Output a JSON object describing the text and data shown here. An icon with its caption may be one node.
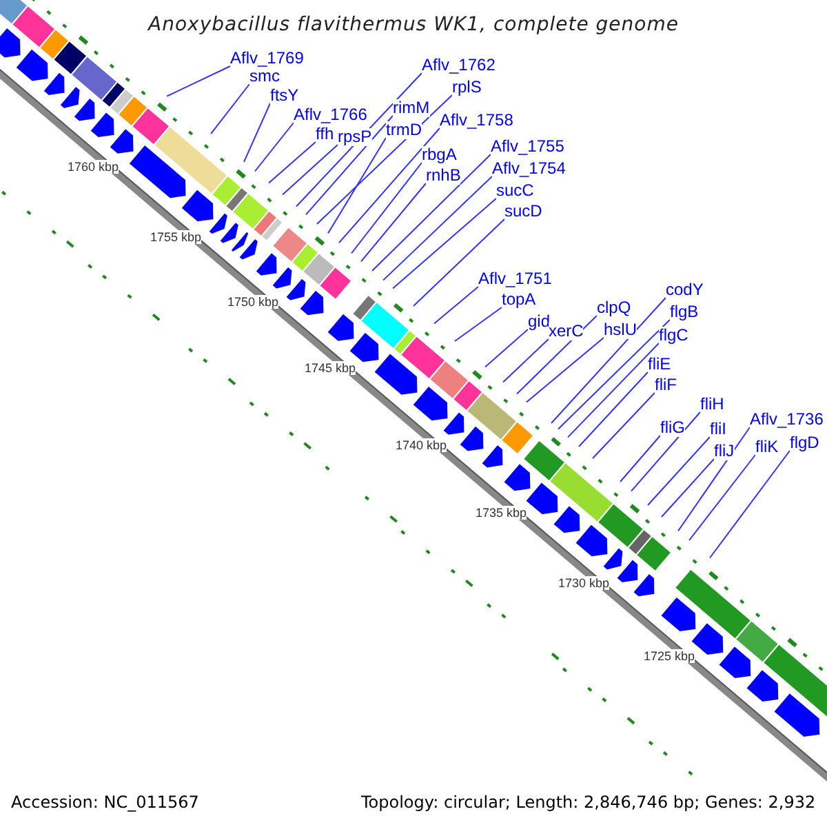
{
  "diagram": {
    "title": "Anoxybacillus flavithermus WK1, complete genome",
    "nodes": [
      {
        "text": [
          "Aflv_1769"
        ]
      },
      {
        "text": [
          "smc"
        ]
      },
      {
        "text": [
          "ftsY"
        ]
      },
      {
        "text": [
          "Aflv_1766"
        ]
      },
      {
        "text": [
          "ffh"
        ]
      },
      {
        "text": [
          "rpsP"
        ]
      },
      {
        "text": [
          "Aflv_1762"
        ]
      },
      {
        "text": [
          "rimM"
        ]
      },
      {
        "text": [
          "rplS"
        ]
      },
      {
        "text": [
          "trmD"
        ]
      },
      {
        "text": [
          "Aflv_1758"
        ]
      },
      {
        "text": [
          "rbgA"
        ]
      },
      {
        "text": [
          "rnhB"
        ]
      },
      {
        "text": [
          "Aflv_1755"
        ]
      },
      {
        "text": [
          "Aflv_1754"
        ]
      },
      {
        "text": [
          "sucC"
        ]
      },
      {
        "text": [
          "sucD"
        ]
      },
      {
        "text": [
          "Aflv_1751"
        ]
      },
      {
        "text": [
          "topA"
        ]
      },
      {
        "text": [
          "gid"
        ]
      },
      {
        "text": [
          "xerC"
        ]
      },
      {
        "text": [
          "clpQ"
        ]
      },
      {
        "text": [
          "hslU"
        ]
      },
      {
        "text": [
          "codY"
        ]
      },
      {
        "text": [
          "flgB"
        ]
      },
      {
        "text": [
          "flgC"
        ]
      },
      {
        "text": [
          "fliE"
        ]
      },
      {
        "text": [
          "fliF"
        ]
      },
      {
        "text": [
          "fliG"
        ]
      },
      {
        "text": [
          "fliH"
        ]
      },
      {
        "text": [
          "fliI"
        ]
      },
      {
        "text": [
          "fliJ"
        ]
      },
      {
        "text": [
          "Aflv_1736"
        ]
      },
      {
        "text": [
          "fliK"
        ]
      },
      {
        "text": [
          "flgD"
        ]
      }
    ],
    "edges": [
      {
        "from": 0,
        "to": null,
        "arrow": "none"
      },
      {
        "from": 1,
        "to": null,
        "arrow": "none"
      },
      {
        "from": 2,
        "to": null,
        "arrow": "none"
      },
      {
        "from": 3,
        "to": null,
        "arrow": "none"
      },
      {
        "from": 4,
        "to": null,
        "arrow": "none"
      },
      {
        "from": 5,
        "to": null,
        "arrow": "none"
      },
      {
        "from": 6,
        "to": null,
        "arrow": "none"
      },
      {
        "from": 7,
        "to": null,
        "arrow": "none"
      },
      {
        "from": 8,
        "to": null,
        "arrow": "none"
      },
      {
        "from": 9,
        "to": null,
        "arrow": "none"
      },
      {
        "from": 10,
        "to": null,
        "arrow": "none"
      },
      {
        "from": 11,
        "to": null,
        "arrow": "none"
      },
      {
        "from": 12,
        "to": null,
        "arrow": "none"
      },
      {
        "from": 13,
        "to": null,
        "arrow": "none"
      },
      {
        "from": 14,
        "to": null,
        "arrow": "none"
      },
      {
        "from": 15,
        "to": null,
        "arrow": "none"
      },
      {
        "from": 16,
        "to": null,
        "arrow": "none"
      },
      {
        "from": 17,
        "to": null,
        "arrow": "none"
      },
      {
        "from": 18,
        "to": null,
        "arrow": "none"
      },
      {
        "from": 19,
        "to": null,
        "arrow": "none"
      },
      {
        "from": 20,
        "to": null,
        "arrow": "none"
      },
      {
        "from": 21,
        "to": null,
        "arrow": "none"
      },
      {
        "from": 22,
        "to": null,
        "arrow": "none"
      },
      {
        "from": 23,
        "to": null,
        "arrow": "none"
      },
      {
        "from": 24,
        "to": null,
        "arrow": "none"
      },
      {
        "from": 25,
        "to": null,
        "arrow": "none"
      },
      {
        "from": 26,
        "to": null,
        "arrow": "none"
      },
      {
        "from": 27,
        "to": null,
        "arrow": "none"
      },
      {
        "from": 28,
        "to": null,
        "arrow": "none"
      },
      {
        "from": 29,
        "to": null,
        "arrow": "none"
      },
      {
        "from": 30,
        "to": null,
        "arrow": "none"
      },
      {
        "from": 31,
        "to": null,
        "arrow": "none"
      },
      {
        "from": 32,
        "to": null,
        "arrow": "none"
      },
      {
        "from": 33,
        "to": null,
        "arrow": "none"
      },
      {
        "from": 34,
        "to": null,
        "arrow": "none"
      }
    ],
    "labels": [
      "1760 kbp",
      "1755 kbp",
      "1750 kbp",
      "1745 kbp",
      "1740 kbp",
      "1735 kbp",
      "1730 kbp",
      "1725 kbp",
      "Accession: NC_011567",
      "Topology: circular; Length: 2,846,746 bp; Genes: 2,932"
    ]
  }
}
